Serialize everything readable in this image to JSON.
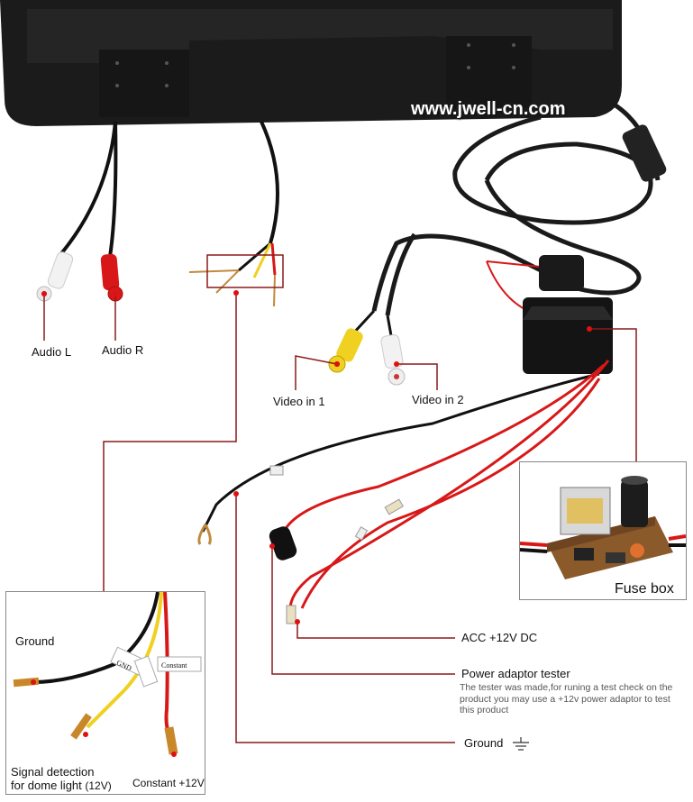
{
  "watermark": "www.jwell-cn.com",
  "labels": {
    "audio_l": "Audio L",
    "audio_r": "Audio R",
    "video_in_1": "Video in 1",
    "video_in_2": "Video in 2",
    "fuse_box": "Fuse box",
    "acc": "ACC +12V DC",
    "power_adaptor_tester": "Power adaptor tester",
    "power_adaptor_desc": "The tester was made,for runing a test check on the product you may use a +12v power adaptor to test this product",
    "ground": "Ground"
  },
  "inset": {
    "ground": "Ground",
    "signal_detection_line1": "Signal detection",
    "signal_detection_line2": "for dome light",
    "signal_detection_unit": "(12V)",
    "constant": "Constant +12V",
    "tag_constant": "Constant",
    "tag_gnd": "GND"
  },
  "colors": {
    "callout_line": "#8b1a1a",
    "marker_dot": "#e01010",
    "wire_red": "#d81818",
    "wire_yellow": "#f0d020",
    "wire_black": "#111111"
  }
}
